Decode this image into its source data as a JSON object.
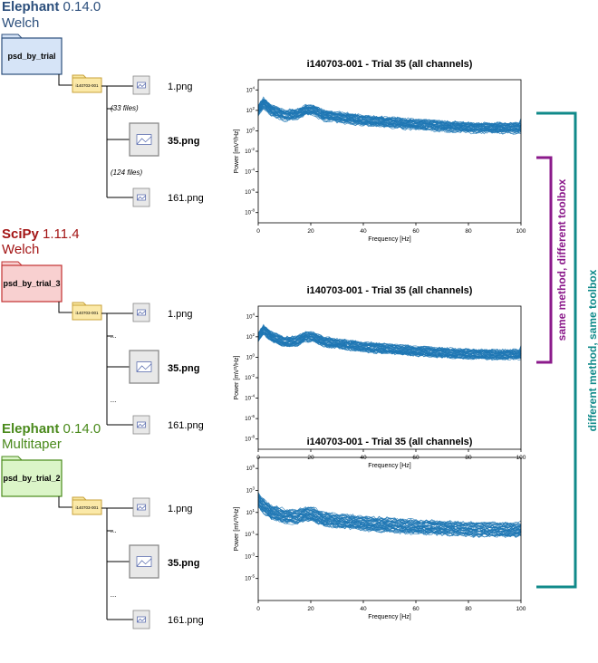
{
  "colors": {
    "elephant_welch": "#2c4f7c",
    "scipy": "#a31515",
    "elephant_multitaper": "#4a8a1c",
    "series": "#1f77b4",
    "purple": "#8b1a8b",
    "teal": "#108a8a"
  },
  "sections": [
    {
      "tool": "Elephant",
      "version": "0.14.0",
      "method": "Welch",
      "folder": "psd_by_trial",
      "subfolder": "i140703-001",
      "files": [
        "1.png",
        "35.png",
        "161.png"
      ],
      "gap1": "(33 files)",
      "gap2": "(124 files)",
      "folder_fill": "#d6e4f7",
      "folder_stroke": "#2c4f7c",
      "title_color": "#2c4f7c"
    },
    {
      "tool": "SciPy",
      "version": "1.11.4",
      "method": "Welch",
      "folder": "psd_by_trial_3",
      "subfolder": "i140703-001",
      "files": [
        "1.png",
        "35.png",
        "161.png"
      ],
      "gap1": "...",
      "gap2": "...",
      "folder_fill": "#f8d0d0",
      "folder_stroke": "#c23030",
      "title_color": "#a31515"
    },
    {
      "tool": "Elephant",
      "version": "0.14.0",
      "method": "Multitaper",
      "folder": "psd_by_trial_2",
      "subfolder": "i140703-001",
      "files": [
        "1.png",
        "35.png",
        "161.png"
      ],
      "gap1": "...",
      "gap2": "...",
      "folder_fill": "#dbf5c8",
      "folder_stroke": "#4a8a1c",
      "title_color": "#4a8a1c"
    }
  ],
  "chart_data": [
    {
      "type": "line",
      "title": "i140703-001 - Trial 35 (all channels)",
      "xlabel": "Frequency [Hz]",
      "ylabel": "Power [mV²/Hz]",
      "xlim": [
        0,
        100
      ],
      "xticks": [
        0,
        20,
        40,
        60,
        80,
        100
      ],
      "ylim_log10": [
        -9,
        5
      ],
      "yticks_exp": [
        4,
        2,
        0,
        -2,
        -4,
        -6,
        -8
      ],
      "channels": 96,
      "series_mean_log10": [
        [
          0,
          2.0
        ],
        [
          2,
          2.7
        ],
        [
          5,
          2.0
        ],
        [
          10,
          1.5
        ],
        [
          15,
          1.6
        ],
        [
          18,
          2.0
        ],
        [
          21,
          2.0
        ],
        [
          25,
          1.5
        ],
        [
          40,
          1.0
        ],
        [
          60,
          0.6
        ],
        [
          80,
          0.3
        ],
        [
          100,
          0.25
        ]
      ],
      "spread_log10": 0.45
    },
    {
      "type": "line",
      "title": "i140703-001 - Trial 35 (all channels)",
      "xlabel": "Frequency [Hz]",
      "ylabel": "Power [mV²/Hz]",
      "xlim": [
        0,
        100
      ],
      "xticks": [
        0,
        20,
        40,
        60,
        80,
        100
      ],
      "ylim_log10": [
        -9,
        5
      ],
      "yticks_exp": [
        4,
        2,
        0,
        -2,
        -4,
        -6,
        -8
      ],
      "channels": 96,
      "series_mean_log10": [
        [
          0,
          2.0
        ],
        [
          2,
          2.7
        ],
        [
          5,
          2.0
        ],
        [
          10,
          1.5
        ],
        [
          15,
          1.6
        ],
        [
          18,
          2.0
        ],
        [
          21,
          2.0
        ],
        [
          25,
          1.5
        ],
        [
          40,
          1.0
        ],
        [
          60,
          0.6
        ],
        [
          80,
          0.3
        ],
        [
          100,
          0.25
        ]
      ],
      "spread_log10": 0.45
    },
    {
      "type": "line",
      "title": "i140703-001 - Trial 35 (all channels)",
      "xlabel": "Frequency [Hz]",
      "ylabel": "Power [mV²/Hz]",
      "xlim": [
        0,
        100
      ],
      "xticks": [
        0,
        20,
        40,
        60,
        80,
        100
      ],
      "ylim_log10": [
        -7,
        6
      ],
      "yticks_exp": [
        5,
        3,
        1,
        -1,
        -3,
        -5
      ],
      "channels": 96,
      "series_mean_log10": [
        [
          0,
          2.2
        ],
        [
          1,
          1.8
        ],
        [
          5,
          1.0
        ],
        [
          10,
          0.7
        ],
        [
          15,
          0.6
        ],
        [
          18,
          0.9
        ],
        [
          21,
          0.8
        ],
        [
          25,
          0.4
        ],
        [
          40,
          0.0
        ],
        [
          60,
          -0.3
        ],
        [
          80,
          -0.5
        ],
        [
          100,
          -0.6
        ]
      ],
      "spread_log10": 0.6
    }
  ],
  "brackets": {
    "inner_label": "same method, different toolbox",
    "outer_label": "different method, same toolbox"
  }
}
